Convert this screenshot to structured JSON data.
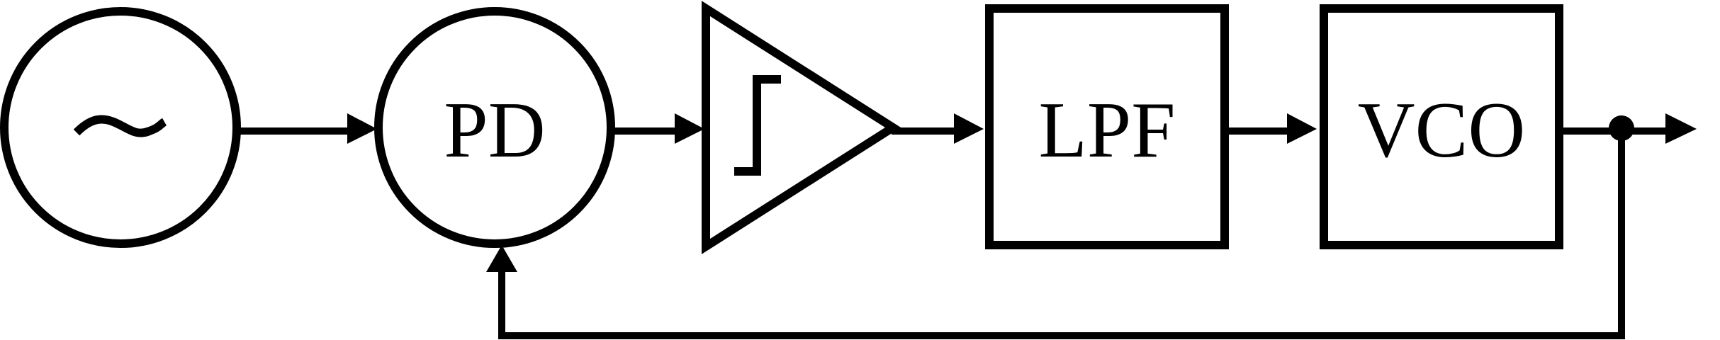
{
  "blocks": {
    "source": {
      "symbol": "~"
    },
    "phase_detector": {
      "label": "PD"
    },
    "low_pass_filter": {
      "label": "LPF"
    },
    "vco": {
      "label": "VCO"
    }
  },
  "colors": {
    "stroke": "#000000",
    "background": "#ffffff"
  }
}
